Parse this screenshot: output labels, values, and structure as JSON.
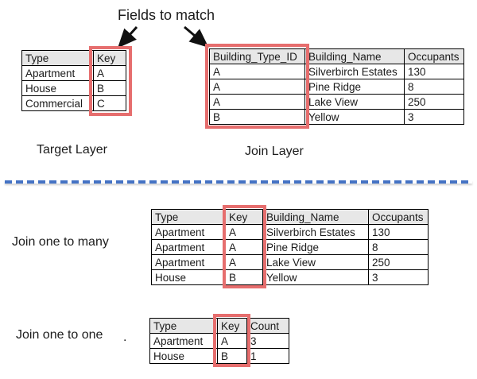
{
  "colors": {
    "highlight_red": "#e66e6e",
    "header_gray": "#e7e7e7",
    "dashed_line_blue": "#4472c4",
    "arrow_black": "#111111"
  },
  "labels": {
    "fields_to_match": "Fields to match",
    "target_layer": "Target Layer",
    "join_layer": "Join Layer",
    "join_one_to_many": "Join one to many",
    "join_one_to_one": "Join one to one",
    "stray_period": "."
  },
  "tables": {
    "target": {
      "headers": [
        "Type",
        "Key"
      ],
      "rows": [
        [
          "Apartment",
          "A"
        ],
        [
          "House",
          "B"
        ],
        [
          "Commercial",
          "C"
        ]
      ],
      "highlighted_column": "Key"
    },
    "join": {
      "headers": [
        "Building_Type_ID",
        "Building_Name",
        "Occupants"
      ],
      "rows": [
        [
          "A",
          "Silverbirch Estates",
          "130"
        ],
        [
          "A",
          "Pine Ridge",
          "8"
        ],
        [
          "A",
          "Lake View",
          "250"
        ],
        [
          "B",
          "Yellow",
          "3"
        ]
      ],
      "highlighted_column": "Building_Type_ID"
    },
    "one_to_many": {
      "headers": [
        "Type",
        "Key",
        "Building_Name",
        "Occupants"
      ],
      "rows": [
        [
          "Apartment",
          "A",
          "Silverbirch Estates",
          "130"
        ],
        [
          "Apartment",
          "A",
          "Pine Ridge",
          "8"
        ],
        [
          "Apartment",
          "A",
          "Lake View",
          "250"
        ],
        [
          "House",
          "B",
          "Yellow",
          "3"
        ]
      ],
      "highlighted_column": "Key"
    },
    "one_to_one": {
      "headers": [
        "Type",
        "Key",
        "Count"
      ],
      "rows": [
        [
          "Apartment",
          "A",
          "3"
        ],
        [
          "House",
          "B",
          "1"
        ]
      ],
      "highlighted_column": "Key"
    }
  }
}
